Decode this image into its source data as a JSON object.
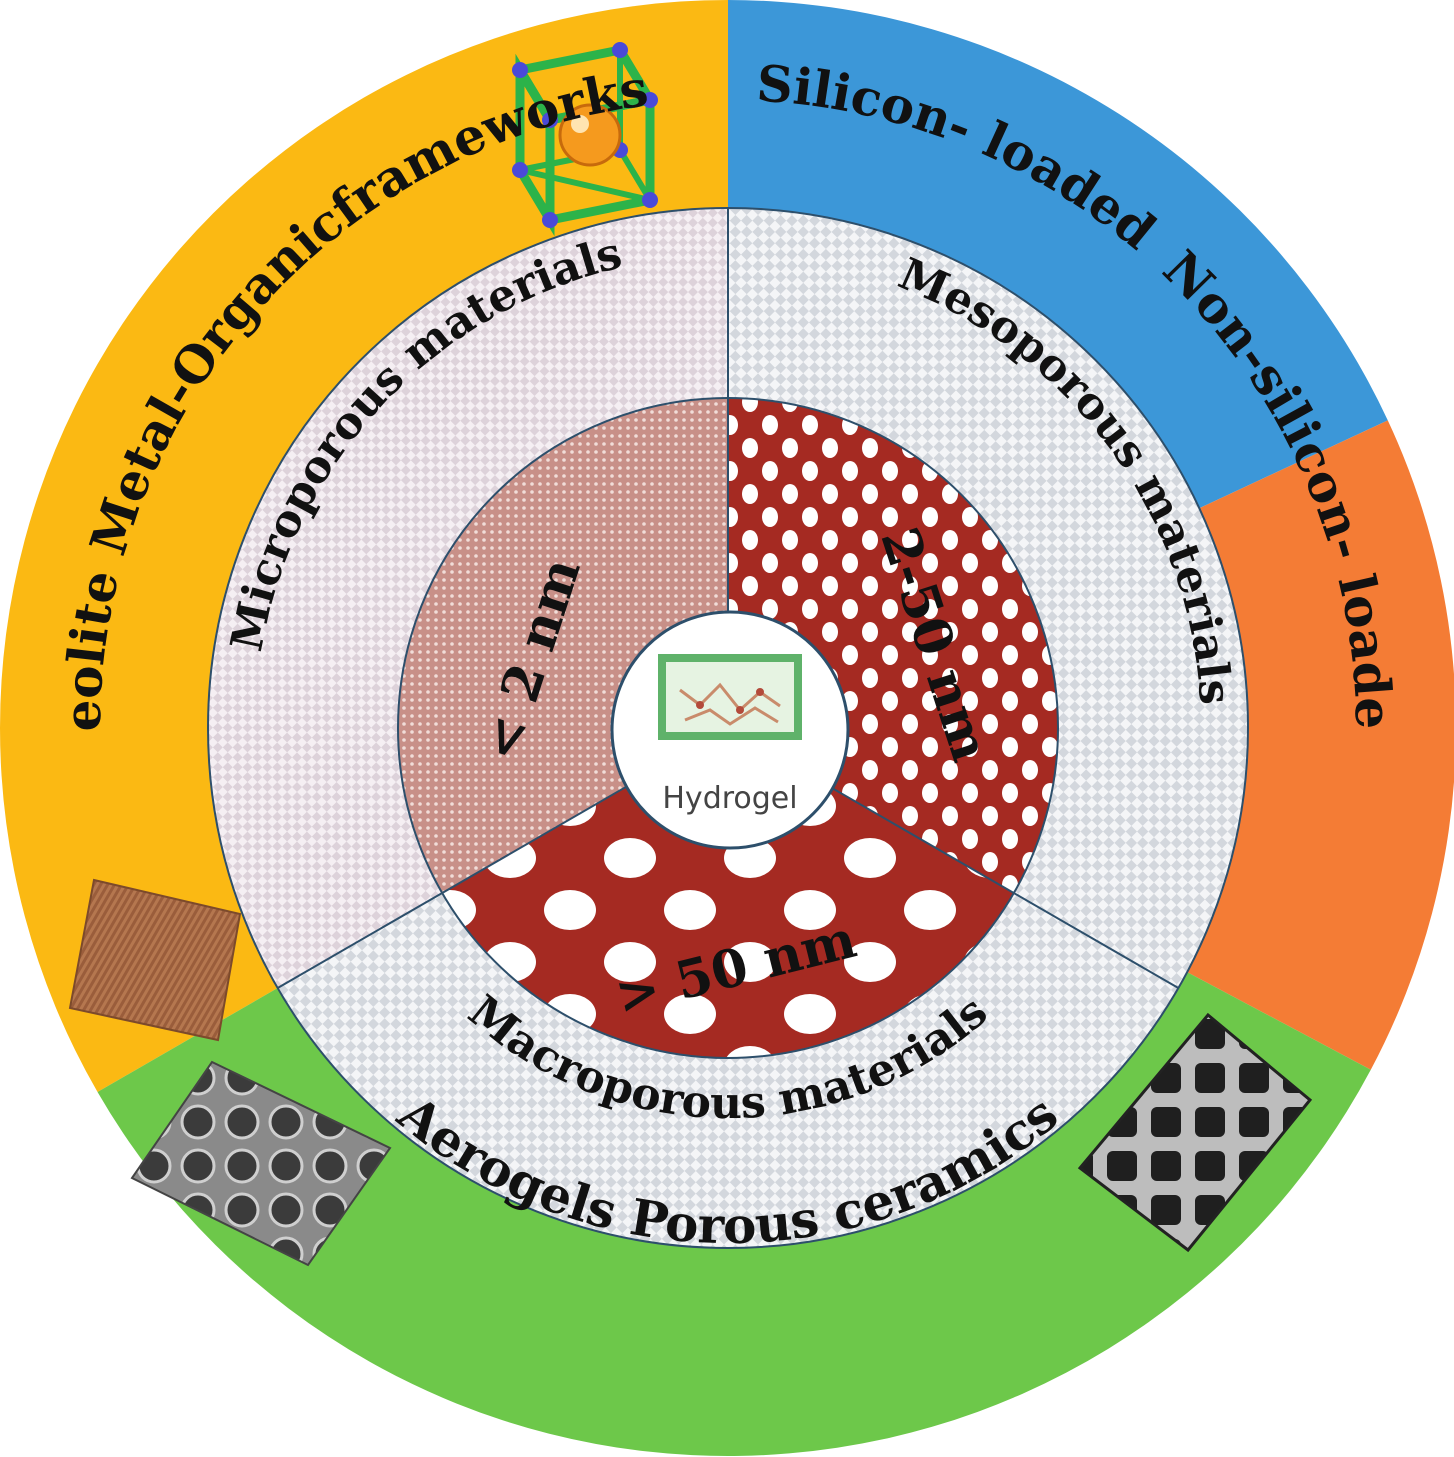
{
  "outer_ring": {
    "metal_organic_frameworks": "Metal-Organicframeworks",
    "zeolite": "Zeolite",
    "silicon_loaded": "Silicon- loaded",
    "non_silicon_loaded": "Non-silicon- loaded",
    "aerogels": "Aerogels",
    "porous_ceramics": "Porous ceramics"
  },
  "middle_ring": {
    "microporous": "Microporous materials",
    "mesoporous": "Mesoporous materials",
    "macroporous": "Macroporous materials"
  },
  "inner_ring": {
    "micro_size": "< 2 nm",
    "meso_size": "2-50 nm",
    "macro_size": "> 50 nm"
  },
  "center": {
    "label": "Hydrogel"
  },
  "colors": {
    "yellow": "#FBB913",
    "blue": "#3C97D8",
    "orange": "#F47C35",
    "green": "#6DC84A",
    "pore_red": "#A52A22",
    "pattern_gray": "#C9CDD3"
  },
  "icons": {
    "mof_structure": "cubic-framework-icon",
    "zeolite_sample": "crystal-plate-icon",
    "aerogel_sem": "foam-micrograph-icon",
    "ceramic_sem": "grid-micrograph-icon",
    "hydrogel": "hydrogel-network-icon"
  }
}
